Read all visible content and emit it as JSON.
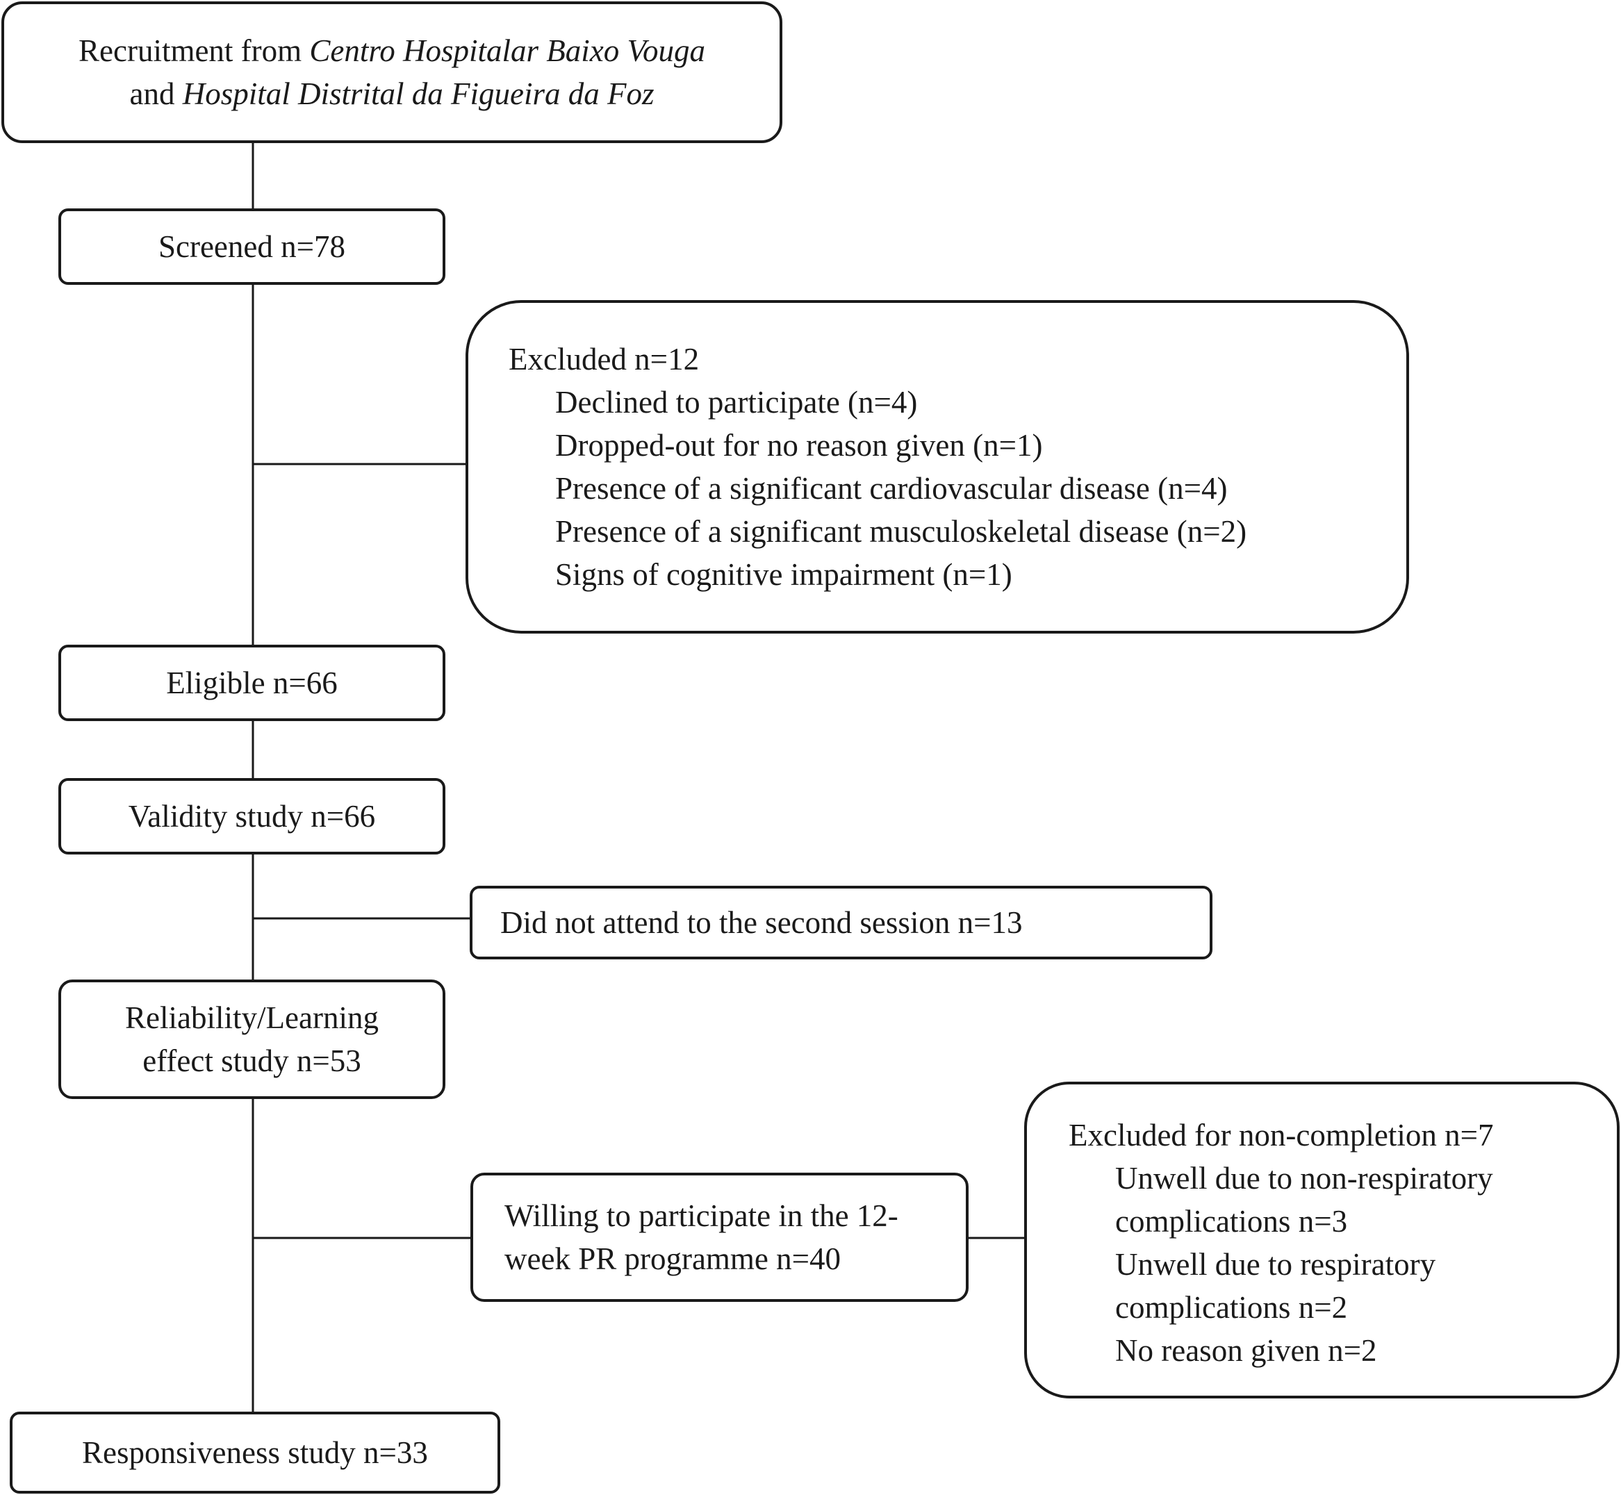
{
  "recruitment": {
    "prefix": "Recruitment from ",
    "site1": "Centro Hospitalar Baixo Vouga",
    "joiner": "and ",
    "site2": "Hospital Distrital da Figueira da Foz"
  },
  "screened": "Screened n=78",
  "excluded": {
    "title": "Excluded n=12",
    "reasons": [
      "Declined to participate (n=4)",
      "Dropped-out for no reason given (n=1)",
      "Presence of a significant cardiovascular disease (n=4)",
      "Presence of a significant musculoskeletal disease (n=2)",
      "Signs of cognitive impairment (n=1)"
    ]
  },
  "eligible": "Eligible n=66",
  "validity": "Validity study n=66",
  "did_not_attend": "Did not attend to the second session n=13",
  "reliability": {
    "line1": "Reliability/Learning",
    "line2": "effect study n=53"
  },
  "willing": {
    "line1": "Willing to participate in the 12-",
    "line2": "week PR programme n=40"
  },
  "excluded_noncompletion": {
    "title": "Excluded for non-completion n=7",
    "reasons": [
      "Unwell due to non-respiratory",
      "complications n=3",
      "Unwell due to respiratory",
      "complications n=2",
      "No reason given n=2"
    ]
  },
  "responsiveness": "Responsiveness study n=33"
}
